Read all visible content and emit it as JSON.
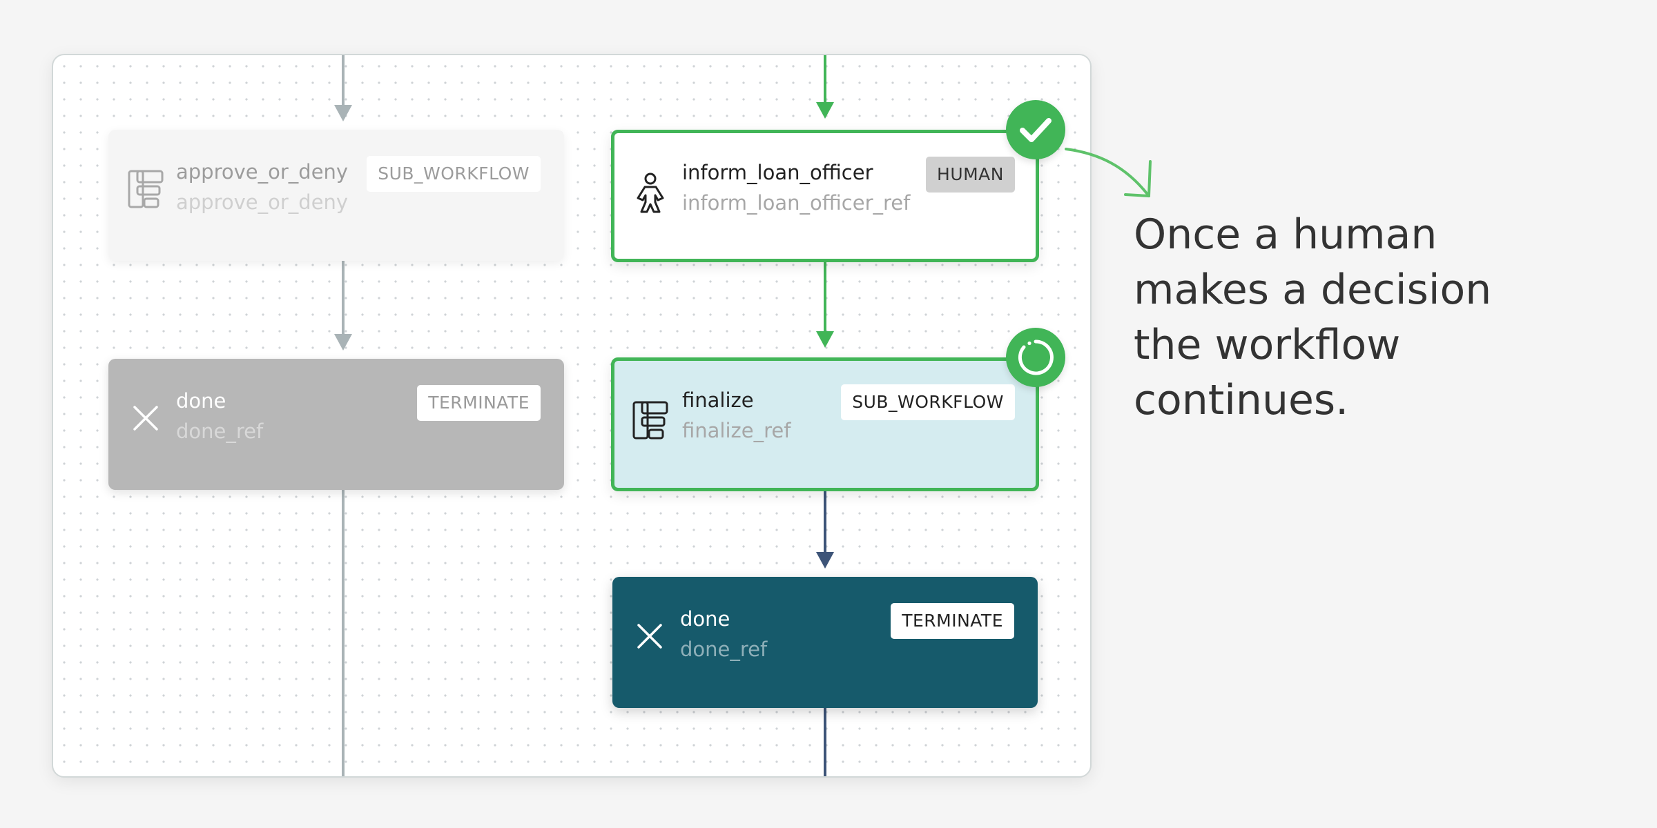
{
  "nodes": {
    "approve": {
      "title": "approve_or_deny",
      "ref": "approve_or_deny",
      "badge": "SUB_WORKFLOW",
      "icon": "sub-workflow-icon"
    },
    "done_left": {
      "title": "done",
      "ref": "done_ref",
      "badge": "TERMINATE",
      "icon": "close-icon"
    },
    "inform": {
      "title": "inform_loan_officer",
      "ref": "inform_loan_officer_ref",
      "badge": "HUMAN",
      "icon": "person-icon",
      "status": "completed"
    },
    "finalize": {
      "title": "finalize",
      "ref": "finalize_ref",
      "badge": "SUB_WORKFLOW",
      "icon": "sub-workflow-icon",
      "status": "in-progress"
    },
    "done_right": {
      "title": "done",
      "ref": "done_ref",
      "badge": "TERMINATE",
      "icon": "close-icon"
    }
  },
  "callout": {
    "lines": [
      "Once a human",
      "makes a decision",
      "the workflow",
      "continues."
    ]
  },
  "colors": {
    "success": "#41b557",
    "dark_node": "#165a6b",
    "running_fill": "#d5ecf0",
    "edge_grey": "#a9b3b6",
    "edge_navy": "#3d5478"
  }
}
